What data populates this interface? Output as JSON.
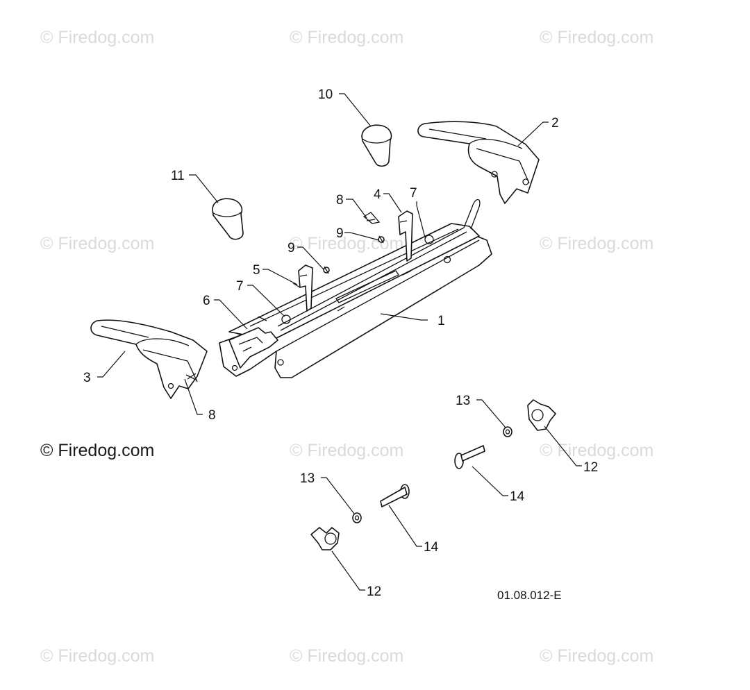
{
  "watermark": "© Firedog.com",
  "watermark_solid": "© Firedog.com",
  "figure_code": "01.08.012-E",
  "callouts": {
    "c1": "1",
    "c2": "2",
    "c3": "3",
    "c4": "4",
    "c5": "5",
    "c6": "6",
    "c7a": "7",
    "c7b": "7",
    "c8a": "8",
    "c8b": "8",
    "c9a": "9",
    "c9b": "9",
    "c10": "10",
    "c11": "11",
    "c12a": "12",
    "c12b": "12",
    "c13a": "13",
    "c13b": "13",
    "c14a": "14",
    "c14b": "14"
  }
}
